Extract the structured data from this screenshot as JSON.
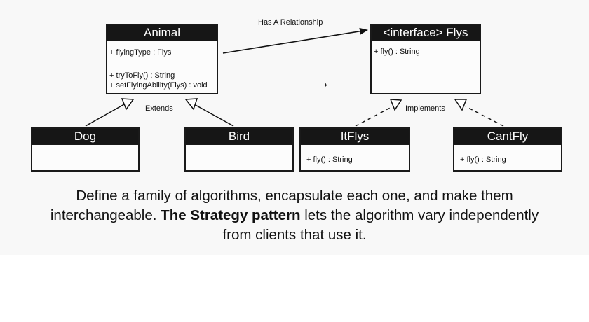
{
  "relation_label": "Has A Relationship",
  "extends_label": "Extends",
  "implements_label": "Implements",
  "classes": {
    "animal": {
      "name": "Animal",
      "fields": [
        "+ flyingType : Flys"
      ],
      "methods": [
        "+ tryToFly() : String",
        "+ setFlyingAbility(Flys) : void"
      ]
    },
    "flys": {
      "name": "<interface> Flys",
      "methods": [
        "+ fly() : String"
      ]
    },
    "dog": {
      "name": "Dog"
    },
    "bird": {
      "name": "Bird"
    },
    "itflys": {
      "name": "ItFlys",
      "methods": [
        "+ fly() : String"
      ]
    },
    "cantfly": {
      "name": "CantFly",
      "methods": [
        "+ fly() : String"
      ]
    }
  },
  "caption": {
    "line1": "Define a family of algorithms, encapsulate each one, and make them",
    "line2_pre": "interchangeable. ",
    "line2_bold": "The Strategy pattern",
    "line2_post": " lets the algorithm vary independently",
    "line3": "from clients that use it."
  }
}
